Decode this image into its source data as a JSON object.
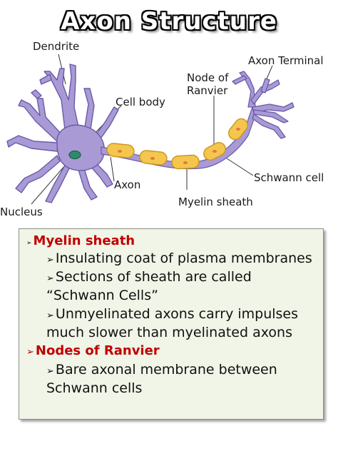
{
  "title": "Axon Structure",
  "diagram": {
    "labels": {
      "dendrite": "Dendrite",
      "cell_body": "Cell body",
      "nucleus": "Nucleus",
      "axon": "Axon",
      "node_line1": "Node of",
      "node_line2": "Ranvier",
      "axon_terminal": "Axon Terminal",
      "schwann_cell": "Schwann cell",
      "myelin_sheath": "Myelin sheath"
    },
    "colors": {
      "neuron": "#a99ad6",
      "neuron_outline": "#6a5aa8",
      "myelin": "#f4c64e",
      "myelin_outline": "#c9951d",
      "nucleus": "#2f8a6b"
    }
  },
  "notes": {
    "bullet_icon": "arrow-bullet",
    "sections": [
      {
        "heading": "Myelin sheath",
        "items": [
          "Insulating coat of plasma membranes",
          "Sections of sheath are called",
          "“Schwann Cells”",
          "Unmyelinated axons carry impulses",
          "much slower than myelinated axons"
        ]
      },
      {
        "heading": "Nodes of Ranvier",
        "items": [
          "Bare axonal membrane between",
          "Schwann cells"
        ]
      }
    ]
  }
}
